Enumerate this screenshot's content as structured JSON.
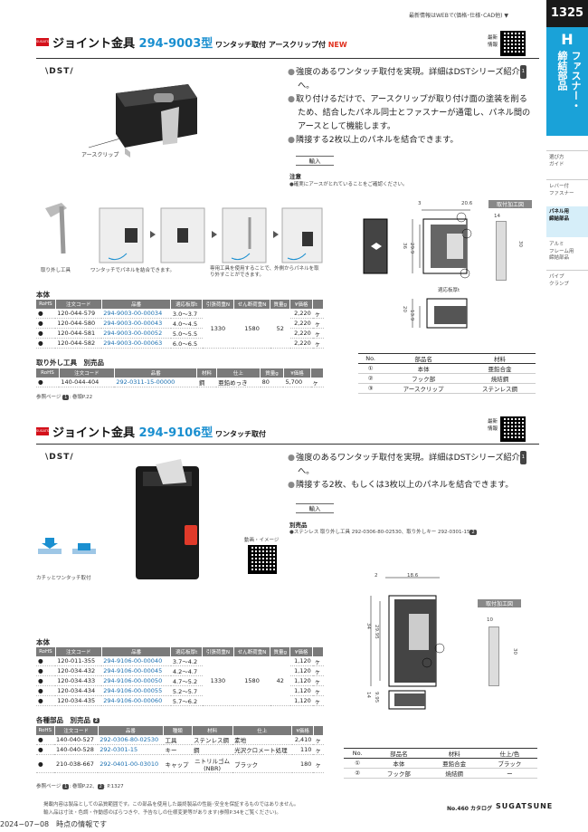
{
  "header": {
    "top_note": "最新情報はWEBで(価格･仕様･CAD他) ▼",
    "page_number": "1325"
  },
  "sidebar": {
    "category_letter": "H",
    "category_text_1": "ファスナー・",
    "category_text_2": "締結部品",
    "items": [
      {
        "label": "選び方\nガイド"
      },
      {
        "label": "レバー付\nファスナー"
      },
      {
        "label": "パネル用\n締結部品"
      },
      {
        "label": "アルミ\nフレーム用\n締結部品"
      },
      {
        "label": "パイプ\nクランプ"
      }
    ],
    "accent": "#1aa2d8"
  },
  "section1": {
    "logo": "SUGATSUNE",
    "title": "ジョイント金具 ",
    "model": "294-9003型",
    "subtitle": " ワンタッチ取付 アースクリップ付 ",
    "new_badge": "NEW",
    "qr_label": "最新\n情報",
    "dst": "\\DST/",
    "features": [
      {
        "text": "強度のあるワンタッチ取付を実現。詳細はDSTシリーズ紹介",
        "badge": "1",
        "after": "へ。"
      },
      {
        "text": "取り付けるだけで、アースクリップが取り付け面の塗装を削るため、結合したパネル同士とファスナーが通電し、パネル間のアースとして機能します。"
      },
      {
        "text": "隣接する2枚以上のパネルを結合できます。"
      }
    ],
    "earth_clip_label": "アースクリップ",
    "input_button": "輸入",
    "caution_title": "注意",
    "caution_text": "●確実にアースがとれていることをご確認ください。",
    "img_caption_tool": "取り外し工具",
    "img_caption_step1": "ワンタッチでパネルを結合できます。",
    "img_caption_step2": "専用工具を使用することで、外側からパネルを取り外すことができます。",
    "drawing_label": "取付加工図",
    "dims": {
      "d1": "3",
      "d2": "20.6",
      "d3": "36",
      "d4": "29.9",
      "d5": "14",
      "d6": "30",
      "d7": "20",
      "d8": "13.9",
      "panel": "適応板厚t"
    },
    "body_title": "本体",
    "body_headers": [
      "RoHS",
      "注文コード",
      "品番",
      "適応板厚t",
      "引張荷重N",
      "せん断荷重N",
      "質量g",
      "¥価格"
    ],
    "body_rows": [
      {
        "rohs": "●",
        "order": "120-044-579",
        "part": "294-9003-00-00034",
        "thick": "3.0～3.7",
        "price": "2,220"
      },
      {
        "rohs": "●",
        "order": "120-044-580",
        "part": "294-9003-00-00043",
        "thick": "4.0～4.5",
        "price": "2,220"
      },
      {
        "rohs": "●",
        "order": "120-044-581",
        "part": "294-9003-00-00052",
        "thick": "5.0～5.5",
        "price": "2,220"
      },
      {
        "rohs": "●",
        "order": "120-044-582",
        "part": "294-9003-00-00063",
        "thick": "6.0～6.5",
        "price": "2,220"
      }
    ],
    "body_tension": "1330",
    "body_shear": "1580",
    "body_mass": "52",
    "unit": "ヶ",
    "tool_title": "取り外し工具　別売品",
    "tool_headers": [
      "RoHS",
      "注文コード",
      "品番",
      "材料",
      "仕上",
      "質量g",
      "¥価格"
    ],
    "tool_row": {
      "rohs": "●",
      "order": "140-044-404",
      "part": "292-0311-15-00000",
      "material": "鋼",
      "finish": "亜鉛めっき",
      "mass": "80",
      "price": "5,700"
    },
    "ref_page": "参照ページ",
    "ref_badge": "1",
    "ref_text": ": 巻頭P.22",
    "mat_headers": [
      "No.",
      "部品名",
      "材料"
    ],
    "mat_rows": [
      {
        "no": "①",
        "name": "本体",
        "mat": "亜鉛合金"
      },
      {
        "no": "②",
        "name": "フック部",
        "mat": "焼結鋼"
      },
      {
        "no": "③",
        "name": "アースクリップ",
        "mat": "ステンレス鋼"
      }
    ]
  },
  "section2": {
    "logo": "SUGATSUNE",
    "title": "ジョイント金具 ",
    "model": "294-9106型",
    "subtitle": " ワンタッチ取付",
    "qr_label": "最新\n情報",
    "dst": "\\DST/",
    "features": [
      {
        "text": "強度のあるワンタッチ取付を実現。詳細はDSTシリーズ紹介",
        "badge": "1",
        "after": "へ。"
      },
      {
        "text": "隣接する2枚、もしくは3枚以上のパネルを結合できます。"
      }
    ],
    "input_button": "輸入",
    "option_title": "別売品",
    "option_text": "●ステンレス 取り外し工具 292-0306-80-02530、取り外しキー 292-0301-15",
    "option_badge": "2",
    "video_label": "動画・イメージ",
    "click_caption": "カチッとワンタッチ取付",
    "drawing_label": "取付加工図",
    "dims": {
      "d1": "2",
      "d2": "18.6",
      "d3": "34",
      "d4": "29.95",
      "d5": "10",
      "d6": "30",
      "d7": "14",
      "d8": "9.95",
      "t": "t"
    },
    "body_title": "本体",
    "body_headers": [
      "RoHS",
      "注文コード",
      "品番",
      "適応板厚t",
      "引張荷重N",
      "せん断荷重N",
      "質量g",
      "¥価格"
    ],
    "body_rows": [
      {
        "rohs": "●",
        "order": "120-011-355",
        "part": "294-9106-00-00040",
        "thick": "3.7～4.2",
        "price": "1,120"
      },
      {
        "rohs": "●",
        "order": "120-034-432",
        "part": "294-9106-00-00045",
        "thick": "4.2～4.7",
        "price": "1,120"
      },
      {
        "rohs": "●",
        "order": "120-034-433",
        "part": "294-9106-00-00050",
        "thick": "4.7～5.2",
        "price": "1,120"
      },
      {
        "rohs": "●",
        "order": "120-034-434",
        "part": "294-9106-00-00055",
        "thick": "5.2～5.7",
        "price": "1,120"
      },
      {
        "rohs": "●",
        "order": "120-034-435",
        "part": "294-9106-00-00060",
        "thick": "5.7～6.2",
        "price": "1,120"
      }
    ],
    "body_tension": "1330",
    "body_shear": "1580",
    "body_mass": "42",
    "unit": "ヶ",
    "parts_title": "各種部品　別売品",
    "parts_badge": "2",
    "parts_headers": [
      "RoHS",
      "注文コード",
      "品番",
      "種類",
      "材料",
      "仕上",
      "¥価格"
    ],
    "parts_rows": [
      {
        "rohs": "●",
        "order": "140-040-527",
        "part": "292-0306-80-02530",
        "kind": "工具",
        "material": "ステンレス鋼",
        "finish": "素地",
        "price": "2,410"
      },
      {
        "rohs": "●",
        "order": "140-040-528",
        "part": "292-0301-15",
        "kind": "キー",
        "material": "鋼",
        "finish": "光沢クロメート処理",
        "price": "110"
      },
      {
        "rohs": "●",
        "order": "210-038-667",
        "part": "292-0401-00-03010",
        "kind": "キャップ",
        "material": "ニトリルゴム\n(NBR)",
        "finish": "ブラック",
        "price": "180"
      }
    ],
    "ref_page": "参照ページ",
    "ref_badge1": "1",
    "ref_text1": ": 巻頭P.22、",
    "ref_badge2": "2",
    "ref_text2": ": P.1327",
    "mat_headers": [
      "No.",
      "部品名",
      "材料",
      "仕上/色"
    ],
    "mat_rows": [
      {
        "no": "①",
        "name": "本体",
        "mat": "亜鉛合金",
        "finish": "ブラック"
      },
      {
        "no": "②",
        "name": "フック部",
        "mat": "焼結鋼",
        "finish": "ー"
      }
    ]
  },
  "footer": {
    "note1": "掲載内容は製品としての品質範囲です。この部品を使用した最終製品の性能･安全を保証するものではありません。",
    "note2": "輸入品は寸法・色調・作動感のばらつきや、予告なしの仕様変更等があります(参照P.34をご覧ください)。",
    "date": "2024−07−08　時点の情報です",
    "catalog": "No.460 カタログ",
    "brand": "SUGATSUNE"
  }
}
